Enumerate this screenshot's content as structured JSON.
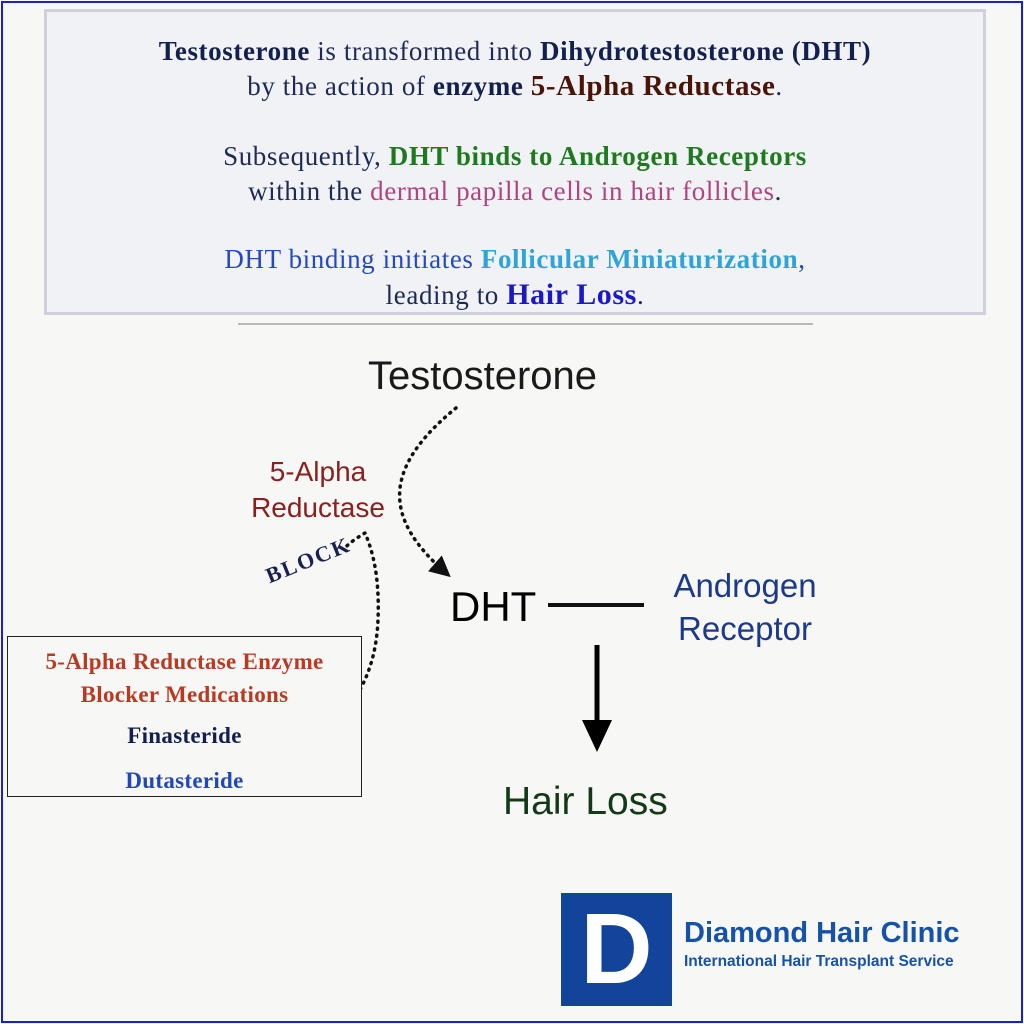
{
  "info": {
    "p1": {
      "t1": "Testosterone",
      "t2": " is transformed into ",
      "t3": "Dihydrotestosterone (DHT)",
      "t4": "by the action of ",
      "t5": "enzyme",
      "t6": " ",
      "t7": "5-Alpha Reductase",
      "t8": "."
    },
    "p2": {
      "t1": "Subsequently, ",
      "t2": "DHT binds to Androgen Receptors",
      "t3": "within the ",
      "t4": "dermal papilla cells in hair follicles",
      "t5": "."
    },
    "p3": {
      "t1": "DHT binding initiates ",
      "t2": "Follicular Miniaturization",
      "t3": ",",
      "t4": "leading to ",
      "t5": "Hair Loss",
      "t6": "."
    }
  },
  "diagram": {
    "testosterone": "Testosterone",
    "enzyme_line1": "5-Alpha",
    "enzyme_line2": "Reductase",
    "block": "BLOCK",
    "dht": "DHT",
    "receptor_line1": "Androgen",
    "receptor_line2": "Receptor",
    "hair_loss": "Hair Loss"
  },
  "medications": {
    "title_line1": "5-Alpha Reductase Enzyme",
    "title_line2": "Blocker Medications",
    "drug1": "Finasteride",
    "drug2": "Dutasteride"
  },
  "logo": {
    "letter": "D",
    "name": "Diamond Hair Clinic",
    "tagline": "International Hair Transplant Service"
  },
  "colors": {
    "frame": "#1b1fd2",
    "logo_blue": "#12449c",
    "enzyme_red": "#8a1f1f",
    "receptor_blue": "#1d3a8a"
  }
}
